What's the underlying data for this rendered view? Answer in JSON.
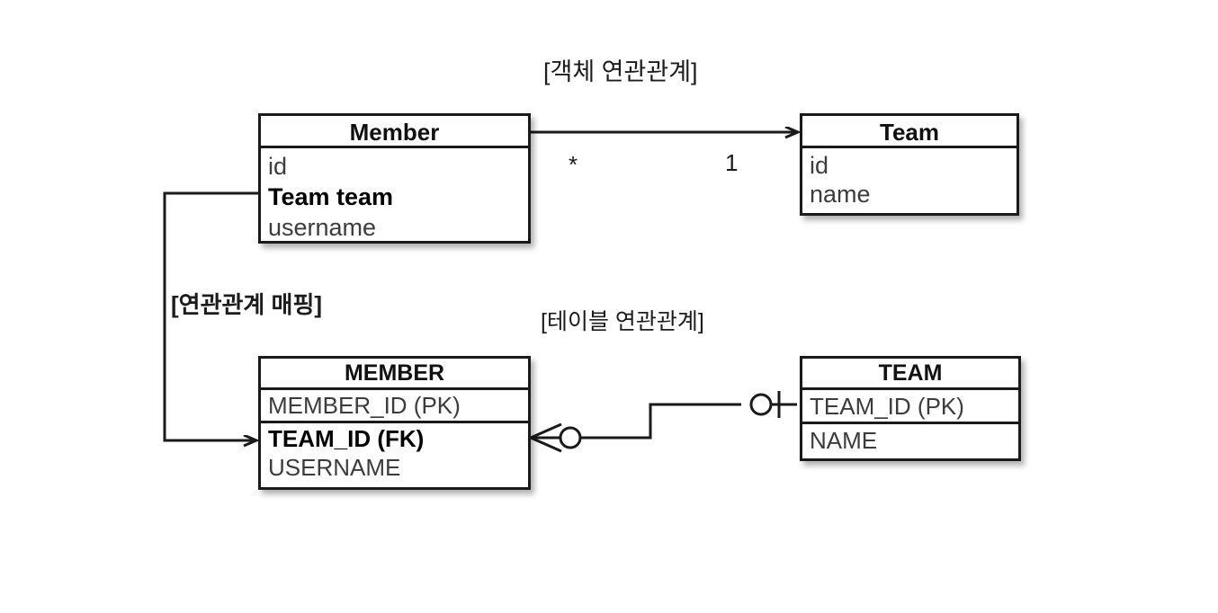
{
  "diagram": {
    "captions": {
      "object_relation": "[객체 연관관계]",
      "table_relation": "[테이블 연관관계]",
      "mapping": "[연관관계 매핑]"
    },
    "object_model": {
      "member": {
        "title": "Member",
        "attributes": [
          {
            "name": "id",
            "emphasis": false
          },
          {
            "name": "Team team",
            "emphasis": true
          },
          {
            "name": "username",
            "emphasis": false
          }
        ]
      },
      "team": {
        "title": "Team",
        "attributes": [
          {
            "name": "id",
            "emphasis": false
          },
          {
            "name": "name",
            "emphasis": false
          }
        ]
      },
      "association": {
        "source_multiplicity": "*",
        "target_multiplicity": "1",
        "direction": "Member -> Team",
        "arrow": "open-arrow"
      }
    },
    "table_model": {
      "member_table": {
        "title": "MEMBER",
        "compartments": [
          [
            {
              "name": "MEMBER_ID (PK)",
              "emphasis": false
            }
          ],
          [
            {
              "name": "TEAM_ID (FK)",
              "emphasis": true
            },
            {
              "name": "USERNAME",
              "emphasis": false
            }
          ]
        ]
      },
      "team_table": {
        "title": "TEAM",
        "compartments": [
          [
            {
              "name": "TEAM_ID (PK)",
              "emphasis": false
            }
          ],
          [
            {
              "name": "NAME",
              "emphasis": false
            }
          ]
        ]
      },
      "relationship": {
        "member_end": "crows-foot-zero-or-many",
        "team_end": "circle-tick-zero-or-one"
      }
    },
    "mapping_link": {
      "from": "Member.Team team",
      "to": "MEMBER.TEAM_ID (FK)",
      "arrow": "open-arrow"
    },
    "colors": {
      "stroke": "#1a1a1a",
      "attribute_text": "#3c3c3c",
      "emphasis_text": "#000000",
      "background": "#ffffff"
    }
  }
}
